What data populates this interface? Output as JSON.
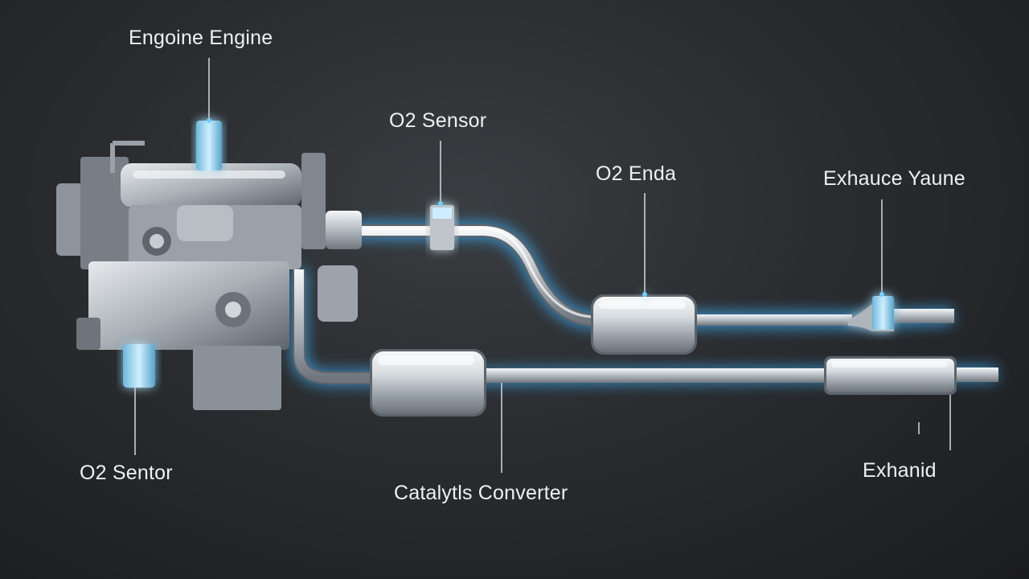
{
  "labels": {
    "engine": "Engoine Engine",
    "o2_sensor_top": "O2 Sensor",
    "o2_sensor_mid": "O2 Enda",
    "exhaust_top": "Exhauce Yaune",
    "o2_sensor_bottom": "O2 Sentor",
    "catalytic": "Catalytls Converter",
    "exhaust_bottom": "Exhanid"
  },
  "colors": {
    "background": "#2a2c2f",
    "glow": "#4fc3ff",
    "metal_light": "#e9ecef",
    "metal_dark": "#7d848b",
    "label_text": "#eef1f4",
    "leader_line": "#c9cfd5"
  }
}
